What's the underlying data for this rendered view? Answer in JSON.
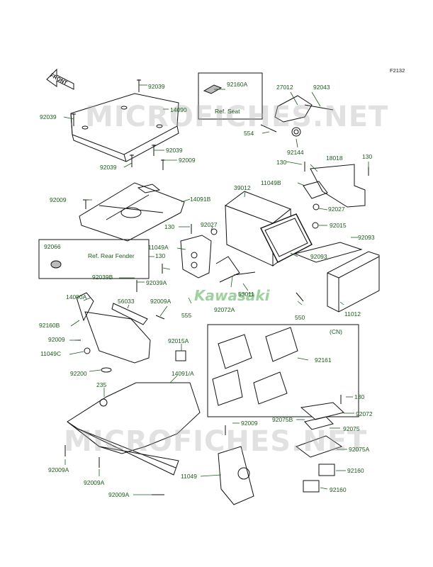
{
  "figure_code": "F2132",
  "watermark": "MICROFICHES.NET",
  "brand": "Kawasaki",
  "front_label": "FRONT",
  "labels": {
    "l92039a": "92039",
    "l14090": "14090",
    "l92039b": "92039",
    "l92039c": "92039",
    "l92039d": "92039",
    "l92009a": "92009",
    "l92160A": "92160A",
    "ref_seat": "Ref. Seat",
    "l27012": "27012",
    "l92043": "92043",
    "l554": "554",
    "l92144": "92144",
    "l18018": "18018",
    "l130a": "130",
    "l130b": "130",
    "l11049B": "11049B",
    "l39012": "39012",
    "l92027a": "92027",
    "l14091B": "14091B",
    "l92009b": "92009",
    "l130c": "130",
    "l92027b": "92027",
    "l92015": "92015",
    "l92093a": "92093",
    "l92066": "92066",
    "ref_rear_fender": "Ref. Rear Fender",
    "l130d": "130",
    "l11049A": "11049A",
    "l92093b": "92093",
    "l92039B": "92039B",
    "l92039A": "92039A",
    "l53011": "53011",
    "l14090A": "14090A",
    "l56033": "56033",
    "l92009A_a": "92009A",
    "l555": "555",
    "l92072A": "92072A",
    "l550": "550",
    "l11012": "11012",
    "l92160B": "92160B",
    "l92009c": "92009",
    "l92015A": "92015A",
    "cn": "(CN)",
    "l11049C": "11049C",
    "l92161": "92161",
    "l92200": "92200",
    "l14091A": "14091/A",
    "l235": "235",
    "l130e": "130",
    "l92075B": "92075B",
    "l92072": "92072",
    "l92009d": "92009",
    "l92075": "92075",
    "l92075A": "92075A",
    "l92009A_b": "92009A",
    "l92009A_c": "92009A",
    "l11049": "11049",
    "l92160": "92160",
    "l92160b": "92160",
    "l92009A_d": "92009A"
  }
}
